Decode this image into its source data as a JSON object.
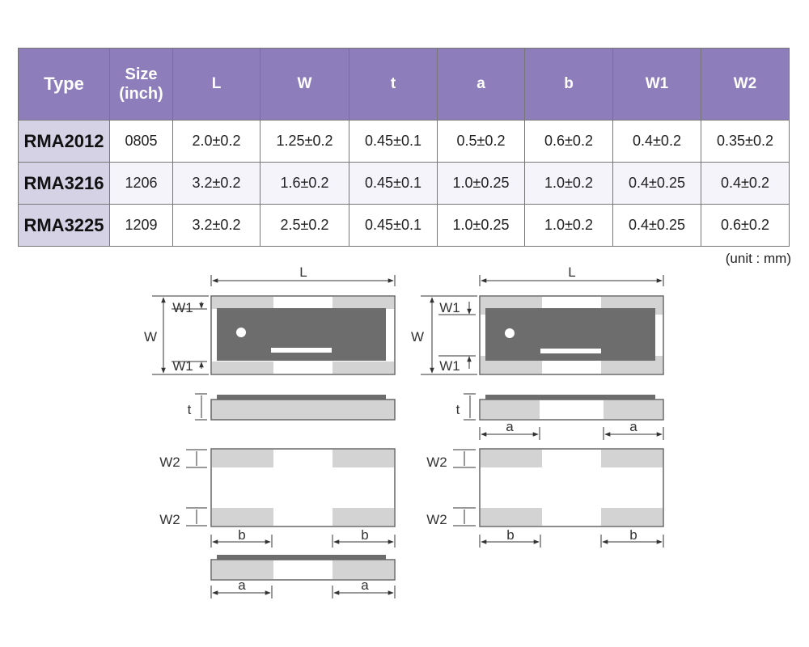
{
  "table": {
    "headers": {
      "type": "Type",
      "size_line1": "Size",
      "size_line2": "(inch)",
      "L": "L",
      "W": "W",
      "t": "t",
      "a": "a",
      "b": "b",
      "W1": "W1",
      "W2": "W2"
    },
    "rows": [
      {
        "type": "RMA2012",
        "size": "0805",
        "L": "2.0±0.2",
        "W": "1.25±0.2",
        "t": "0.45±0.1",
        "a": "0.5±0.2",
        "b": "0.6±0.2",
        "W1": "0.4±0.2",
        "W2": "0.35±0.2"
      },
      {
        "type": "RMA3216",
        "size": "1206",
        "L": "3.2±0.2",
        "W": "1.6±0.2",
        "t": "0.45±0.1",
        "a": "1.0±0.25",
        "b": "1.0±0.2",
        "W1": "0.4±0.25",
        "W2": "0.4±0.2"
      },
      {
        "type": "RMA3225",
        "size": "1209",
        "L": "3.2±0.2",
        "W": "2.5±0.2",
        "t": "0.45±0.1",
        "a": "1.0±0.25",
        "b": "1.0±0.2",
        "W1": "0.4±0.25",
        "W2": "0.6±0.2"
      }
    ],
    "unit_note": "(unit : mm)"
  },
  "diagram": {
    "labels": {
      "L": "L",
      "W": "W",
      "W1": "W1",
      "W2": "W2",
      "t": "t",
      "a": "a",
      "b": "b"
    },
    "colors": {
      "resistor": "#6d6d6d",
      "electrode": "#d3d3d3",
      "body_outline": "#666666",
      "header_bg": "#8d7ebb",
      "model_cell_bg": "#d6d2e6"
    }
  }
}
